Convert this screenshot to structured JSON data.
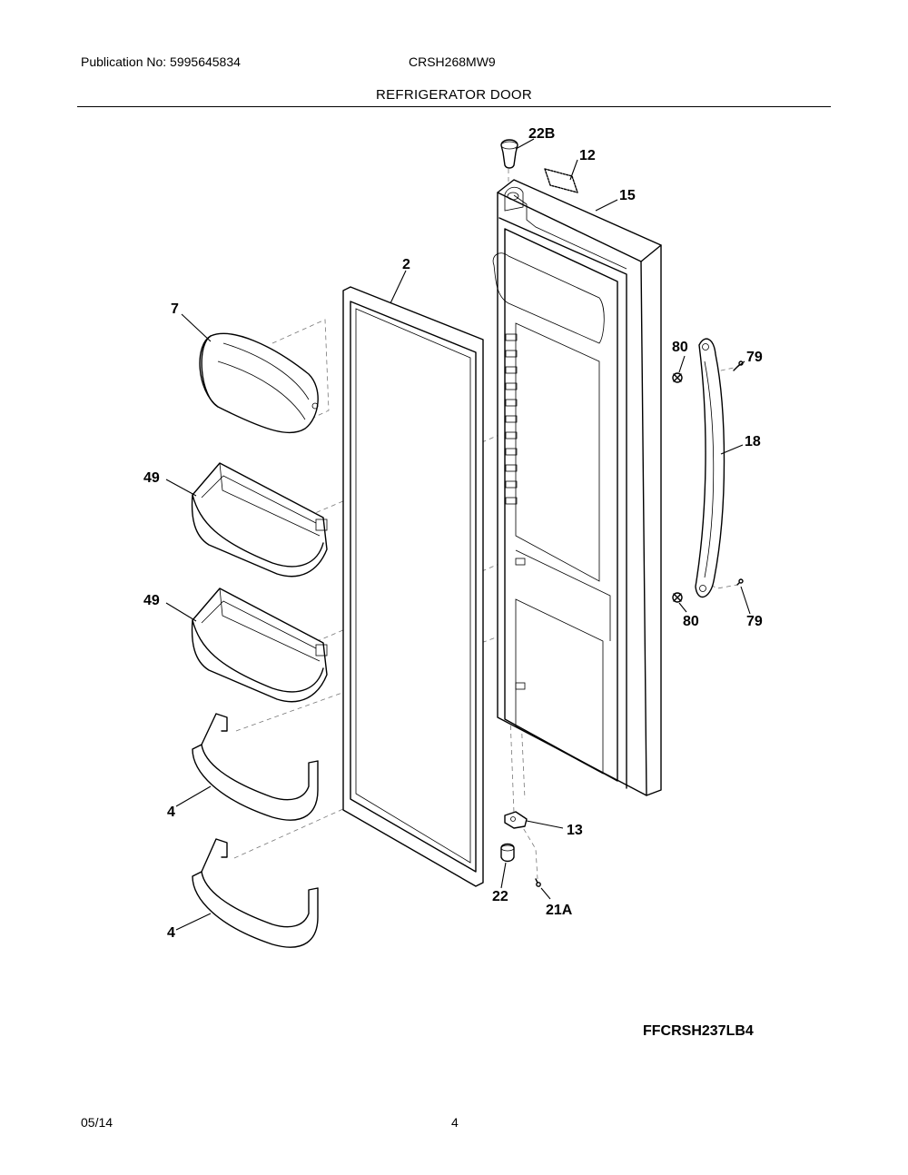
{
  "header": {
    "publication": "Publication No: 5995645834",
    "model": "CRSH268MW9",
    "section_title": "REFRIGERATOR DOOR"
  },
  "diagram": {
    "code": "FFCRSH237LB4",
    "callouts": {
      "c22b": "22B",
      "c12": "12",
      "c15": "15",
      "c2": "2",
      "c7": "7",
      "c80a": "80",
      "c79a": "79",
      "c18": "18",
      "c49a": "49",
      "c49b": "49",
      "c80b": "80",
      "c79b": "79",
      "c4a": "4",
      "c4b": "4",
      "c13": "13",
      "c22": "22",
      "c21a": "21A"
    }
  },
  "footer": {
    "date": "05/14",
    "page": "4"
  }
}
